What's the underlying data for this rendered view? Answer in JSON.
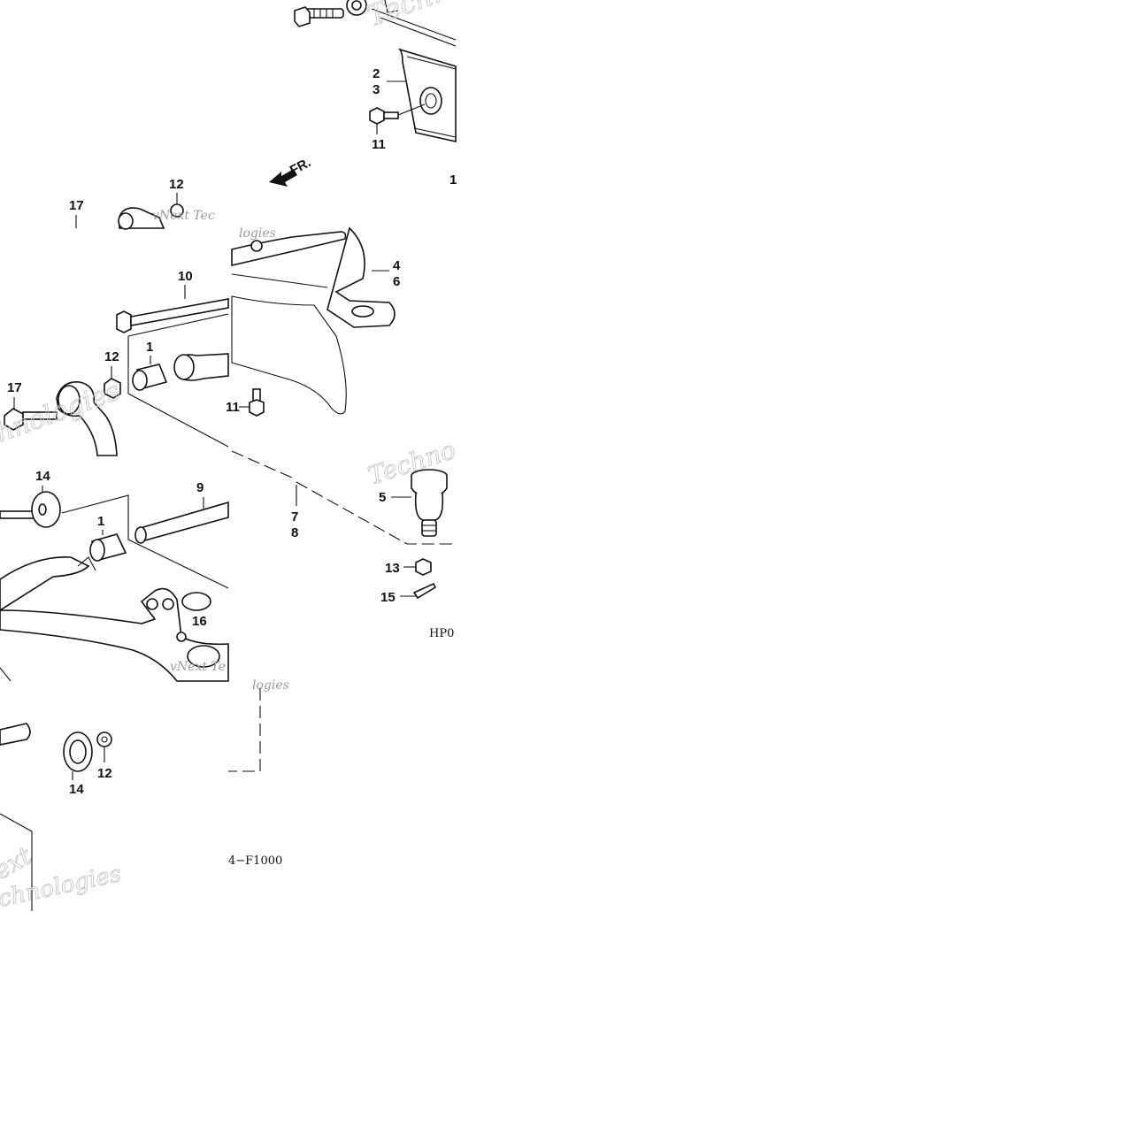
{
  "diagram": {
    "direction_label": "FR.",
    "callouts": {
      "c_2": "2",
      "c_3": "3",
      "c_11a": "11",
      "c_1a": "1",
      "c_12a": "12",
      "c_17a": "17",
      "c_10": "10",
      "c_4": "4",
      "c_6": "6",
      "c_1b": "1",
      "c_12b": "12",
      "c_17b": "17",
      "c_11b": "11",
      "c_14a": "14",
      "c_9": "9",
      "c_1c": "1",
      "c_7": "7",
      "c_8": "8",
      "c_5": "5",
      "c_13": "13",
      "c_15": "15",
      "c_16": "16",
      "c_14b": "14",
      "c_12c": "12"
    },
    "codes": {
      "hp_code": "HP0",
      "figure_code": "4−F1000"
    },
    "watermarks": {
      "w1": "Techno",
      "w2": "vNext Tec",
      "w3": "logies",
      "w4": "Techno",
      "w5": "hnologies",
      "w6": "vNext Te",
      "w7": "logies",
      "w8": "ext",
      "w9": "chnologies"
    }
  }
}
